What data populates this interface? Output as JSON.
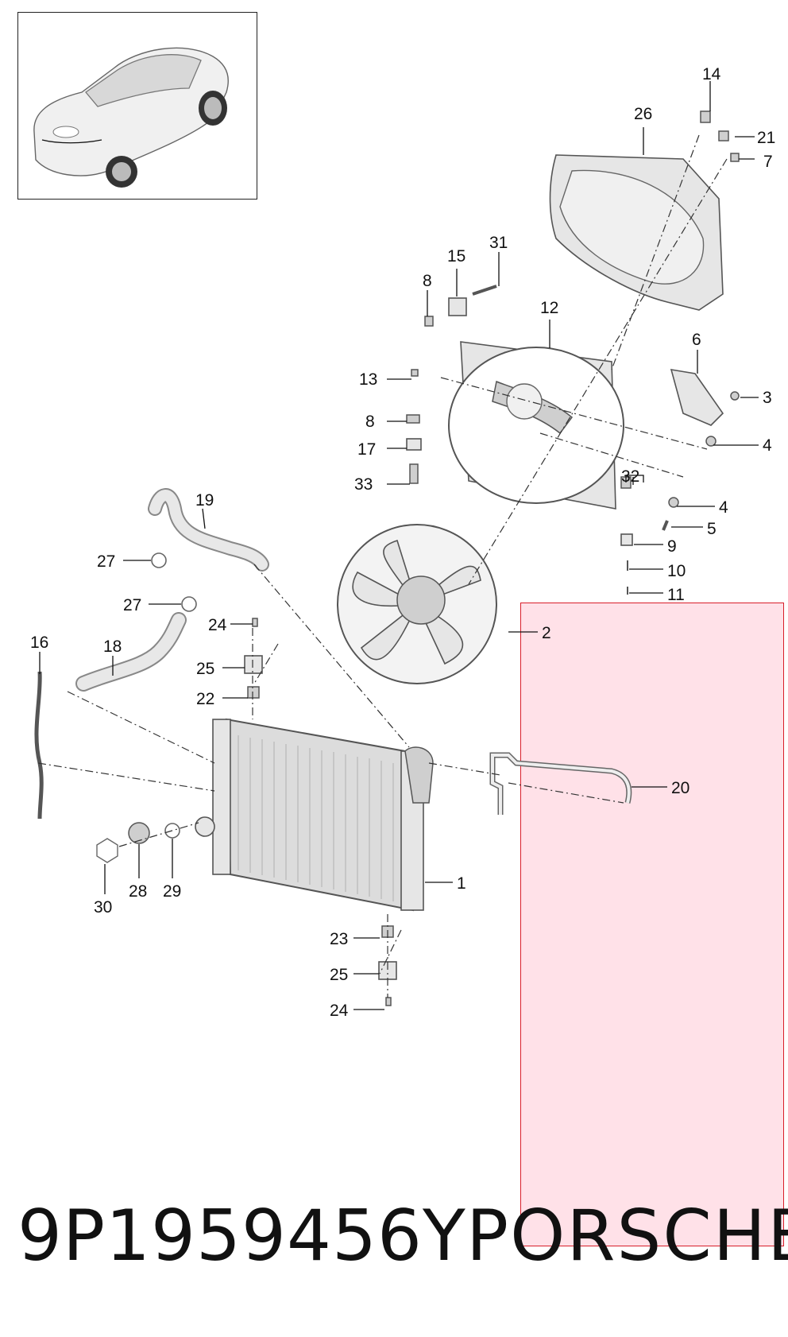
{
  "diagram": {
    "callouts": [
      "1",
      "2",
      "3",
      "4",
      "4",
      "5",
      "6",
      "7",
      "8",
      "8",
      "9",
      "10",
      "11",
      "12",
      "13",
      "14",
      "15",
      "16",
      "17",
      "18",
      "19",
      "20",
      "21",
      "22",
      "23",
      "24",
      "24",
      "25",
      "25",
      "26",
      "27",
      "27",
      "28",
      "29",
      "30",
      "31",
      "32",
      "33"
    ]
  },
  "footer": {
    "part_number": "9P1959456Y",
    "brand": "PORSCHE"
  },
  "colors": {
    "highlight_fill": "#ffd0da",
    "highlight_border": "#d81e2a",
    "line": "#111111"
  }
}
